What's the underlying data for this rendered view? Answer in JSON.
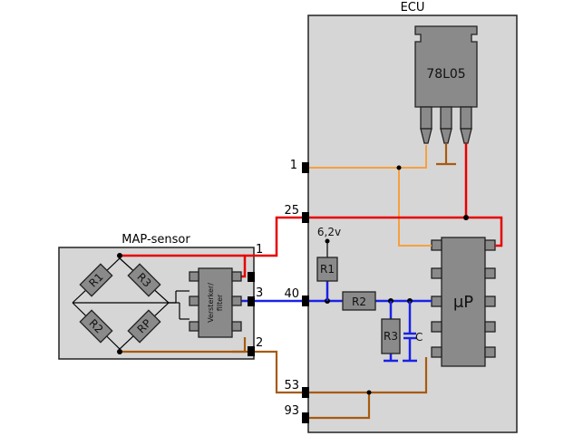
{
  "ecu": {
    "title": "ECU",
    "regulator": "78L05",
    "micro": "μP",
    "zener": "6,2v",
    "r1": "R1",
    "r2": "R2",
    "r3": "R3",
    "cap": "C",
    "pins": {
      "p1": "1",
      "p25": "25",
      "p40": "40",
      "p53": "53",
      "p93": "93"
    }
  },
  "sensor": {
    "title": "MAP-sensor",
    "bridge": {
      "r1": "R1",
      "r2": "R2",
      "r3": "R3",
      "rp": "RP"
    },
    "amp_line1": "Versterker/",
    "amp_line2": "filter",
    "pins": {
      "p1": "1",
      "p2": "2",
      "p3": "3"
    }
  },
  "wire_colors": {
    "supply_5v": "#e60000",
    "signal": "#1a22e6",
    "ground": "#a85a10",
    "pin1_feed": "#f7a040"
  }
}
